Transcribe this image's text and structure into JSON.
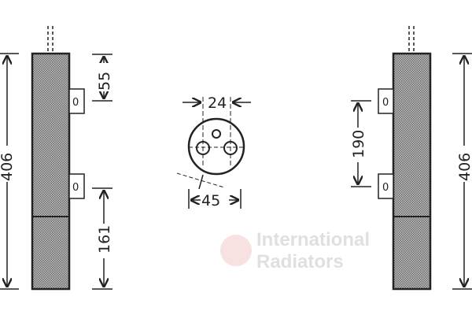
{
  "drawing": {
    "left_view": {
      "height_label": "406",
      "top_offset_label": "55",
      "bottom_offset_label": "161",
      "tab_labels": [
        "0",
        "0"
      ]
    },
    "top_view": {
      "spacing_label": "24",
      "diameter_label": "45"
    },
    "right_view": {
      "height_label": "406",
      "bracket_spacing_label": "190",
      "tab_labels": [
        "0",
        "0"
      ]
    }
  },
  "watermark": {
    "line1": "International",
    "line2": "Radiators",
    "logo_color": "#f2c4c4"
  },
  "colors": {
    "line": "#222222",
    "hatch": "#8a8a8a"
  }
}
